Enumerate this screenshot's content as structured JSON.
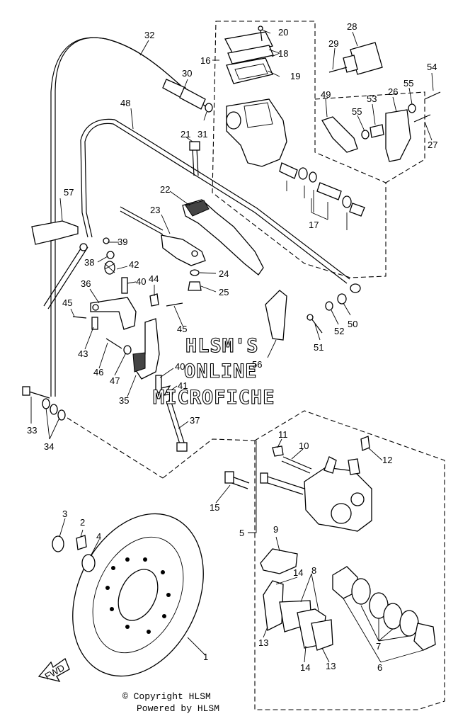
{
  "callouts": [
    {
      "id": "c1",
      "text": "1"
    },
    {
      "id": "c2",
      "text": "2"
    },
    {
      "id": "c3",
      "text": "3"
    },
    {
      "id": "c4",
      "text": "4"
    },
    {
      "id": "c5",
      "text": "5"
    },
    {
      "id": "c6",
      "text": "6"
    },
    {
      "id": "c7",
      "text": "7"
    },
    {
      "id": "c8",
      "text": "8"
    },
    {
      "id": "c9",
      "text": "9"
    },
    {
      "id": "c10",
      "text": "10"
    },
    {
      "id": "c11",
      "text": "11"
    },
    {
      "id": "c12",
      "text": "12"
    },
    {
      "id": "c13a",
      "text": "13"
    },
    {
      "id": "c13b",
      "text": "13"
    },
    {
      "id": "c14a",
      "text": "14"
    },
    {
      "id": "c14b",
      "text": "14"
    },
    {
      "id": "c15",
      "text": "15"
    },
    {
      "id": "c16",
      "text": "16"
    },
    {
      "id": "c17",
      "text": "17"
    },
    {
      "id": "c18",
      "text": "18"
    },
    {
      "id": "c19",
      "text": "19"
    },
    {
      "id": "c20",
      "text": "20"
    },
    {
      "id": "c21",
      "text": "21"
    },
    {
      "id": "c22",
      "text": "22"
    },
    {
      "id": "c23",
      "text": "23"
    },
    {
      "id": "c24",
      "text": "24"
    },
    {
      "id": "c25",
      "text": "25"
    },
    {
      "id": "c26",
      "text": "26"
    },
    {
      "id": "c27",
      "text": "27"
    },
    {
      "id": "c28",
      "text": "28"
    },
    {
      "id": "c29",
      "text": "29"
    },
    {
      "id": "c30",
      "text": "30"
    },
    {
      "id": "c31",
      "text": "31"
    },
    {
      "id": "c32",
      "text": "32"
    },
    {
      "id": "c33",
      "text": "33"
    },
    {
      "id": "c34",
      "text": "34"
    },
    {
      "id": "c35",
      "text": "35"
    },
    {
      "id": "c36",
      "text": "36"
    },
    {
      "id": "c37",
      "text": "37"
    },
    {
      "id": "c38",
      "text": "38"
    },
    {
      "id": "c39",
      "text": "39"
    },
    {
      "id": "c40a",
      "text": "40"
    },
    {
      "id": "c40b",
      "text": "40"
    },
    {
      "id": "c41",
      "text": "41"
    },
    {
      "id": "c42",
      "text": "42"
    },
    {
      "id": "c43",
      "text": "43"
    },
    {
      "id": "c44",
      "text": "44"
    },
    {
      "id": "c45a",
      "text": "45"
    },
    {
      "id": "c45b",
      "text": "45"
    },
    {
      "id": "c46",
      "text": "46"
    },
    {
      "id": "c47",
      "text": "47"
    },
    {
      "id": "c48",
      "text": "48"
    },
    {
      "id": "c49",
      "text": "49"
    },
    {
      "id": "c50",
      "text": "50"
    },
    {
      "id": "c51",
      "text": "51"
    },
    {
      "id": "c52",
      "text": "52"
    },
    {
      "id": "c53",
      "text": "53"
    },
    {
      "id": "c54",
      "text": "54"
    },
    {
      "id": "c55a",
      "text": "55"
    },
    {
      "id": "c55b",
      "text": "55"
    },
    {
      "id": "c56",
      "text": "56"
    },
    {
      "id": "c57",
      "text": "57"
    }
  ],
  "watermark": {
    "line1": "HLSM'S",
    "line2": "ONLINE",
    "line3": "MICROFICHE"
  },
  "fwd_label": "FWD",
  "footer": {
    "copyright": "© Copyright HLSM",
    "powered": "Powered by HLSM"
  }
}
